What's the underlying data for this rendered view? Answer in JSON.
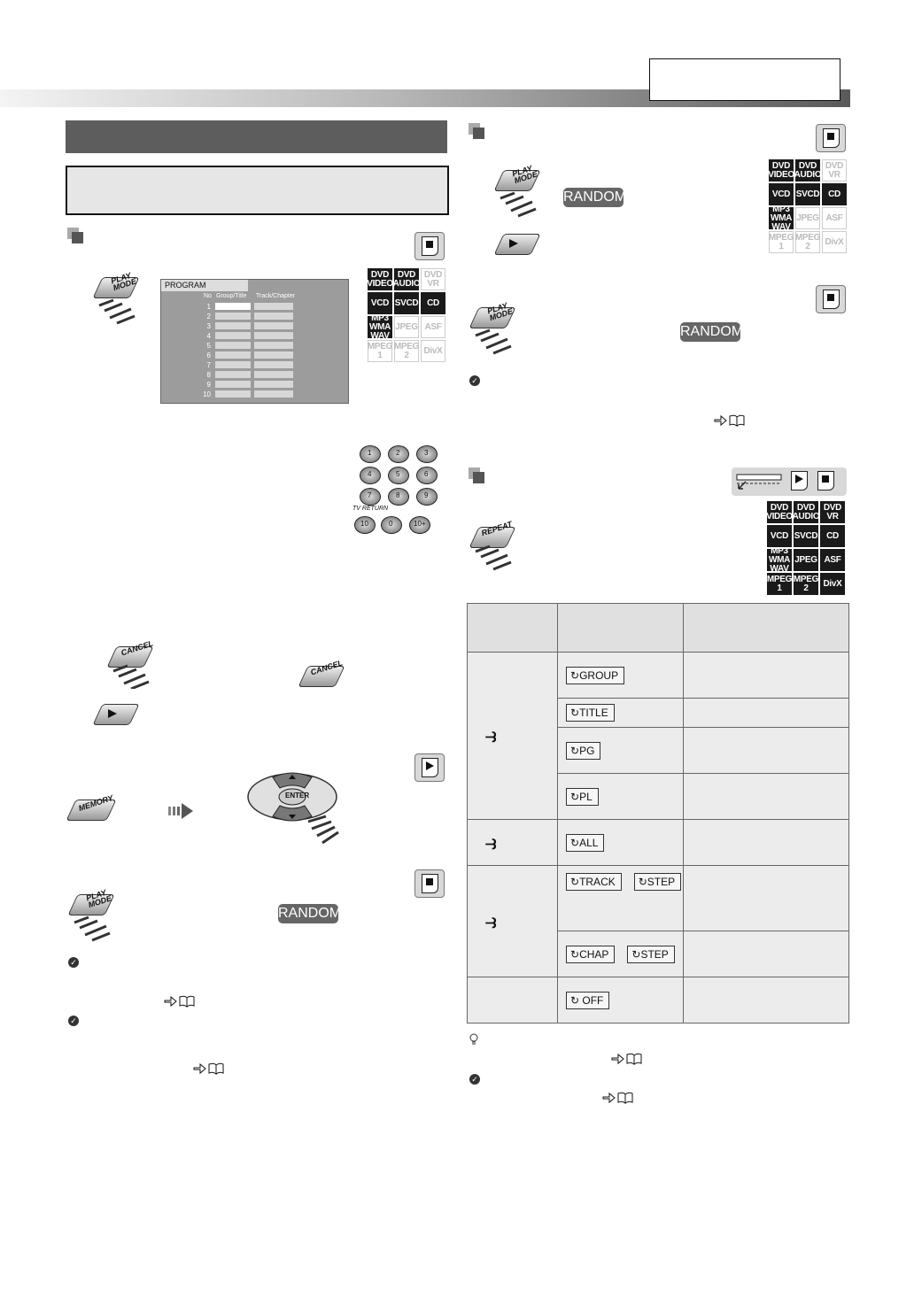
{
  "page": {
    "top_label_box": "",
    "section_title": "",
    "subtitle": ""
  },
  "program_screen": {
    "tab_label": "PROGRAM",
    "col_no": "No",
    "col_group": "Group/Title",
    "col_track": "Track/Chapter",
    "rows": [
      "1",
      "2",
      "3",
      "4",
      "5",
      "6",
      "7",
      "8",
      "9",
      "10"
    ]
  },
  "disc_logos_a": [
    {
      "label": "DVD VIDEO",
      "on": true
    },
    {
      "label": "DVD AUDIO",
      "on": true
    },
    {
      "label": "DVD VR",
      "on": false
    },
    {
      "label": "VCD",
      "on": true
    },
    {
      "label": "SVCD",
      "on": true
    },
    {
      "label": "CD",
      "on": true
    },
    {
      "label": "MP3 WMA WAV",
      "on": true
    },
    {
      "label": "JPEG",
      "on": false
    },
    {
      "label": "ASF",
      "on": false
    },
    {
      "label": "MPEG 1",
      "on": false
    },
    {
      "label": "MPEG 2",
      "on": false
    },
    {
      "label": "DivX",
      "on": false
    }
  ],
  "disc_logos_c": [
    {
      "label": "DVD VIDEO",
      "on": true
    },
    {
      "label": "DVD AUDIO",
      "on": true
    },
    {
      "label": "DVD VR",
      "on": true
    },
    {
      "label": "VCD",
      "on": true
    },
    {
      "label": "SVCD",
      "on": true
    },
    {
      "label": "CD",
      "on": true
    },
    {
      "label": "MP3 WMA WAV",
      "on": true
    },
    {
      "label": "JPEG",
      "on": true
    },
    {
      "label": "ASF",
      "on": true
    },
    {
      "label": "MPEG 1",
      "on": true
    },
    {
      "label": "MPEG 2",
      "on": true
    },
    {
      "label": "DivX",
      "on": true
    }
  ],
  "remote": {
    "play_mode": "PLAY MODE",
    "cancel": "CANCEL",
    "memory": "MEMORY",
    "repeat": "REPEAT",
    "enter": "ENTER",
    "tv_return": "TV RETURN",
    "num_10": "10",
    "num_0": "0",
    "num_10plus": "10+",
    "random_badge": "RANDOM",
    "numbers": [
      "1",
      "2",
      "3",
      "4",
      "5",
      "6",
      "7",
      "8",
      "9"
    ]
  },
  "repeat_table": {
    "indicators": {
      "group": "GROUP",
      "title": "TITLE",
      "pg": "PG",
      "pl": "PL",
      "all": "ALL",
      "track": "TRACK",
      "chap": "CHAP",
      "step": "STEP",
      "off": "OFF"
    }
  },
  "colors": {
    "section_header": "#5d5d5d",
    "badge": "#666666",
    "logo_on": "#1a1a1a"
  }
}
